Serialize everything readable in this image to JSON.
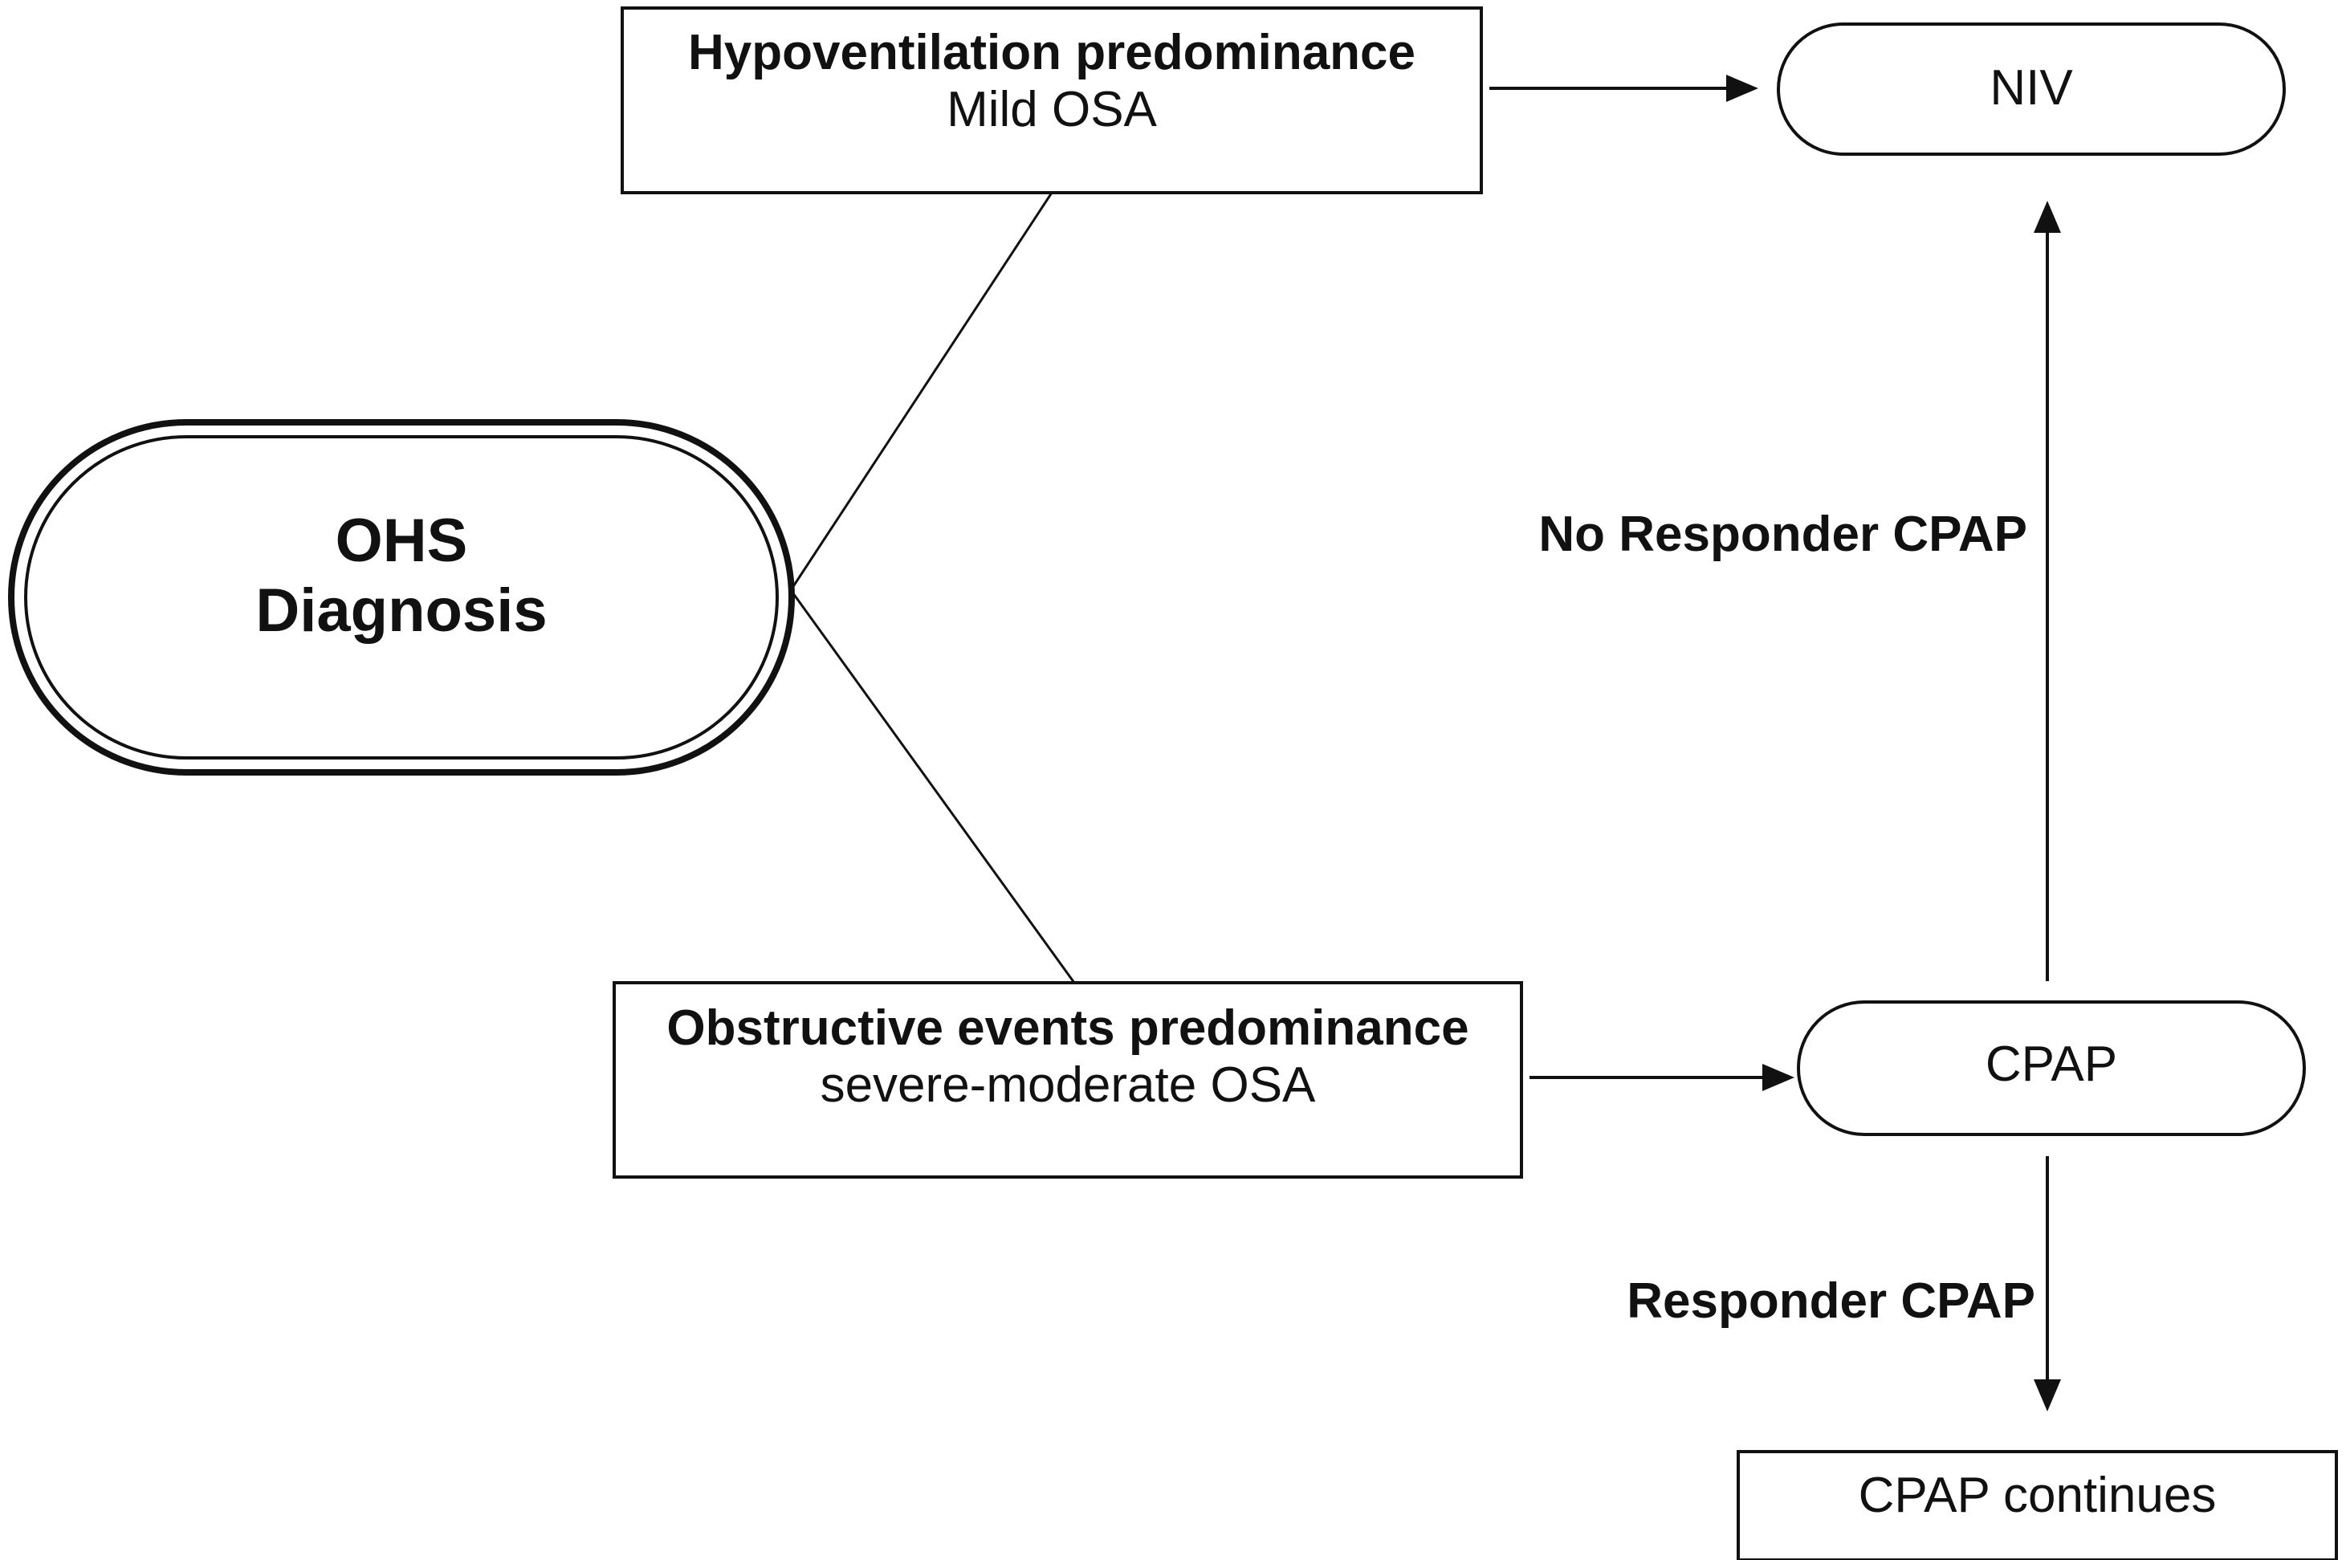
{
  "nodes": {
    "hypoventilation": {
      "title": "Hypoventilation predominance",
      "subtitle": "Mild OSA"
    },
    "obstructive": {
      "title": "Obstructive events predominance",
      "subtitle": "severe-moderate OSA"
    },
    "ohs": {
      "line1": "OHS",
      "line2": "Diagnosis"
    },
    "niv": {
      "label": "NIV"
    },
    "cpap": {
      "label": "CPAP"
    },
    "cpap_continues": {
      "label": "CPAP continues"
    }
  },
  "edges": {
    "no_responder": "No Responder CPAP",
    "responder": "Responder CPAP"
  },
  "colors": {
    "stroke": "#111111",
    "background": "#ffffff"
  }
}
